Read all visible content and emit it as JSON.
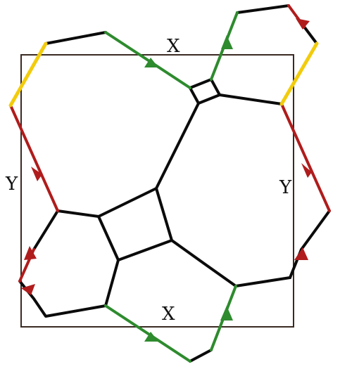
{
  "labels": {
    "top_x": "X",
    "bottom_x": "X",
    "left_y": "Y",
    "right_y": "Y"
  },
  "colors": {
    "background": "#ffffff",
    "frame": "#3a2a22",
    "edge_black": "#0b0b0b",
    "edge_green": "#2e8b2e",
    "edge_red": "#b01c1c",
    "edge_yellow": "#f2cc0c"
  }
}
